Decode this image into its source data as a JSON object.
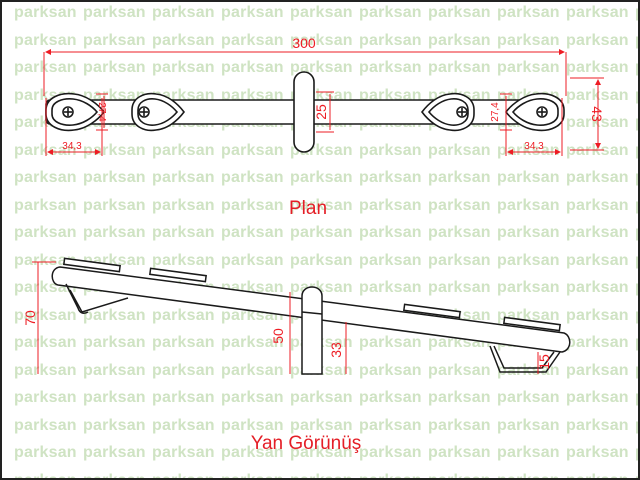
{
  "watermark": {
    "text": "parksan",
    "color": "#cfe3c3"
  },
  "plan_view": {
    "caption": "Plan",
    "dim_total_length": "300",
    "dim_total_width": "43",
    "dim_handle_width": "25",
    "dim_seat_left_width": "34,3",
    "dim_seat_left_depth": "27,4",
    "dim_seat_right_width": "34,3",
    "dim_seat_right_depth": "27,4"
  },
  "side_view": {
    "caption": "Yan Görünüş",
    "dim_height": "70",
    "dim_pivot_height": "50",
    "dim_post_height": "33",
    "dim_foot_height": "15"
  },
  "colors": {
    "line": "#1a1a1a",
    "dimension": "#ee1c24",
    "caption": "#e41e26",
    "frame": "#222222"
  }
}
